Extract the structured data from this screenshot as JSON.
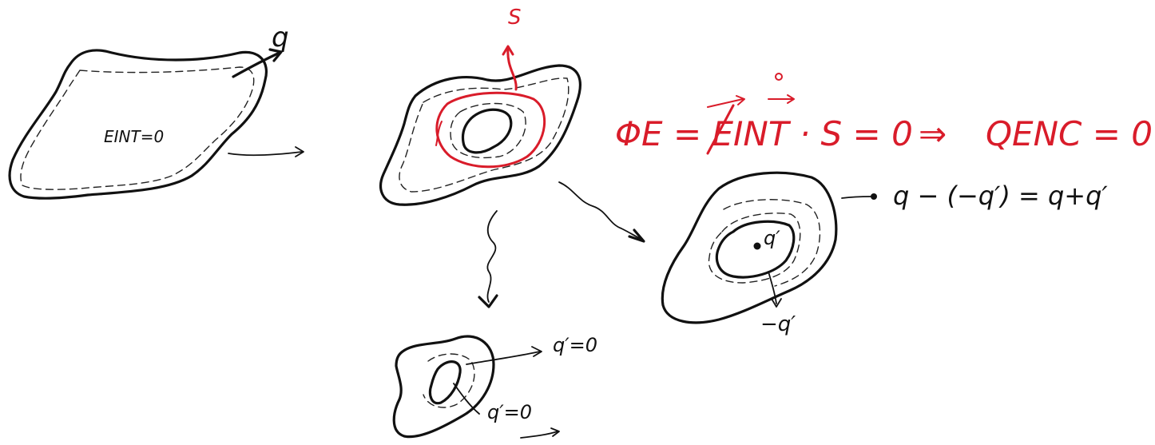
{
  "labels": {
    "q": "q",
    "e_int_zero": "EINT=0",
    "s": "S",
    "flux_eq": "ΦE = EINT · S = 0",
    "implies": "⇒",
    "qenc": "QENC = 0",
    "q_total": "q − (−q′) = q+q′",
    "q_prime": "q′",
    "minus_q_prime": "−q′",
    "q_prime_zero_top": "q′=0",
    "q_prime_zero_bottom": "q′=0"
  },
  "colors": {
    "ink": "#111111",
    "red_ink": "#d91c2a",
    "background": "#ffffff"
  }
}
